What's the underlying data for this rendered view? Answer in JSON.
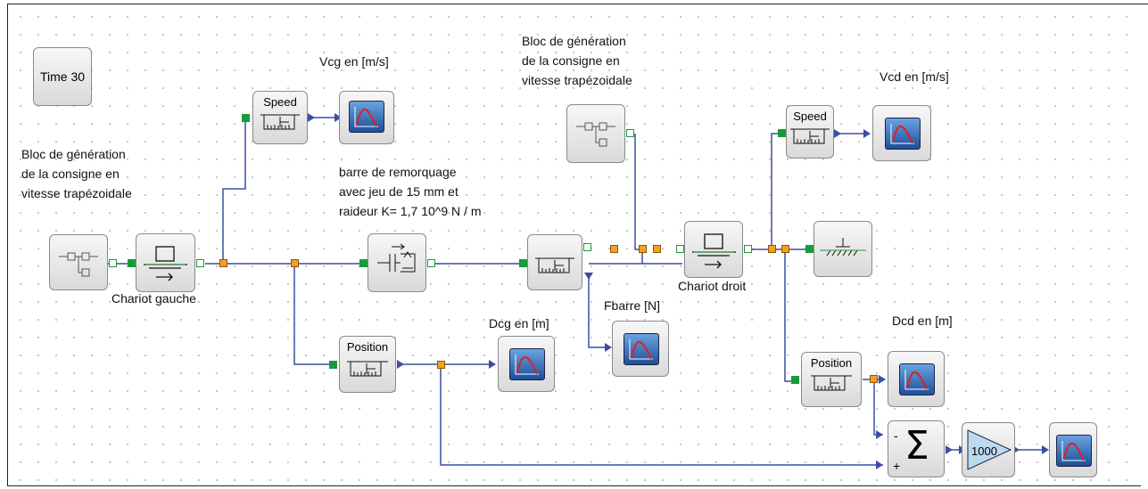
{
  "clock": {
    "label": "Time 30"
  },
  "labels": {
    "consigne_left": "Bloc de génération\nde la consigne en\nvitesse trapézoidale",
    "consigne_right": "Bloc de génération\nde la consigne en\nvitesse trapézoidale",
    "barre": "barre de remorquage\navec jeu de 15 mm et\nraideur K= 1,7 10^9 N / m",
    "vcg": "Vcg en [m/s]",
    "vcd": "Vcd en [m/s]",
    "dcg": "Dcg en [m]",
    "dcd": "Dcd en [m]",
    "fbarre": "Fbarre [N]",
    "chariot_gauche": "Chariot gauche",
    "chariot_droit": "Chariot droit"
  },
  "blocks": {
    "speed": "Speed",
    "position": "Position",
    "gain": "1000",
    "sum_symbol": "Σ",
    "sum_minus": "-",
    "sum_plus": "+"
  },
  "colors": {
    "wire": "#3a4fa3",
    "input_port": "#1a9a3a",
    "split": "#f2a024",
    "scope": "#1d4f9a"
  }
}
